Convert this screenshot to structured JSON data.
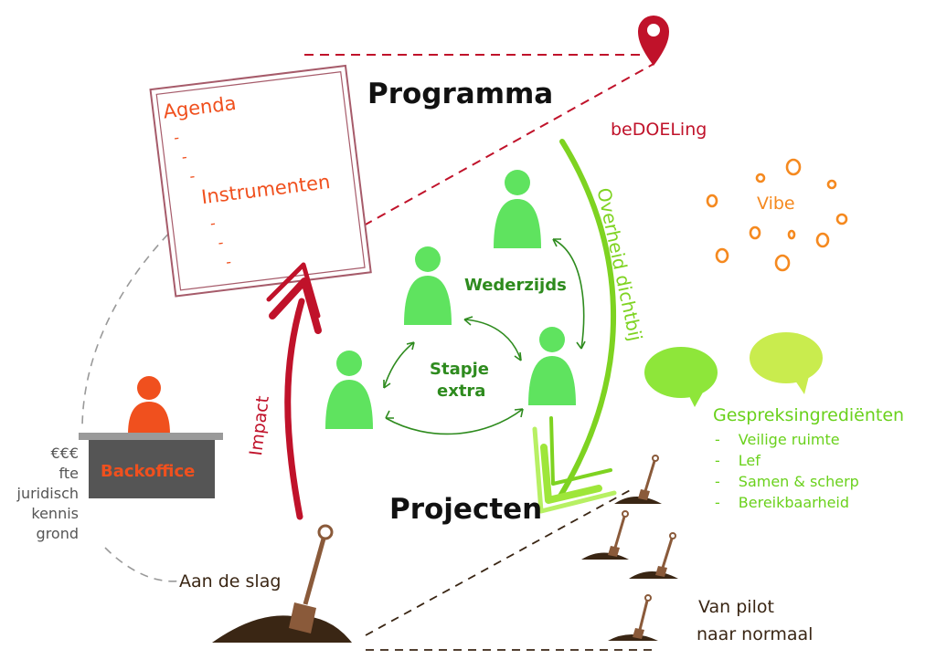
{
  "titles": {
    "programma": "Programma",
    "projecten": "Projecten"
  },
  "agenda_card": {
    "agenda": "Agenda",
    "instrumenten": "Instrumenten",
    "dashes_top": [
      "-",
      "-",
      "-"
    ],
    "dashes_bottom": [
      "-",
      "-",
      "-"
    ]
  },
  "labels": {
    "bedoeling": "beDOELing",
    "vibe": "Vibe",
    "overheid_dichtbij": "Overheid dichtbij",
    "wederzijds": "Wederzijds",
    "stapje": "Stapje",
    "extra": "extra",
    "impact": "Impact",
    "backoffice": "Backoffice",
    "aan_de_slag": "Aan de slag",
    "van_pilot": "Van pilot",
    "naar_normaal": "naar normaal"
  },
  "backoffice_resources": [
    "€€€",
    "fte",
    "juridisch",
    "kennis",
    "grond"
  ],
  "gespreks": {
    "title": "Gespreksingrediënten",
    "items": [
      "Veilige ruimte",
      "Lef",
      "Samen & scherp",
      "Bereikbaarheid"
    ],
    "dash": "-"
  },
  "colors": {
    "red": "#c0122a",
    "orange": "#f0501e",
    "dark_green": "#2e8b1e",
    "person_green": "#5fe35f",
    "lime": "#7ed321",
    "brown": "#3a2614",
    "vibe_orange": "#f5891f"
  }
}
